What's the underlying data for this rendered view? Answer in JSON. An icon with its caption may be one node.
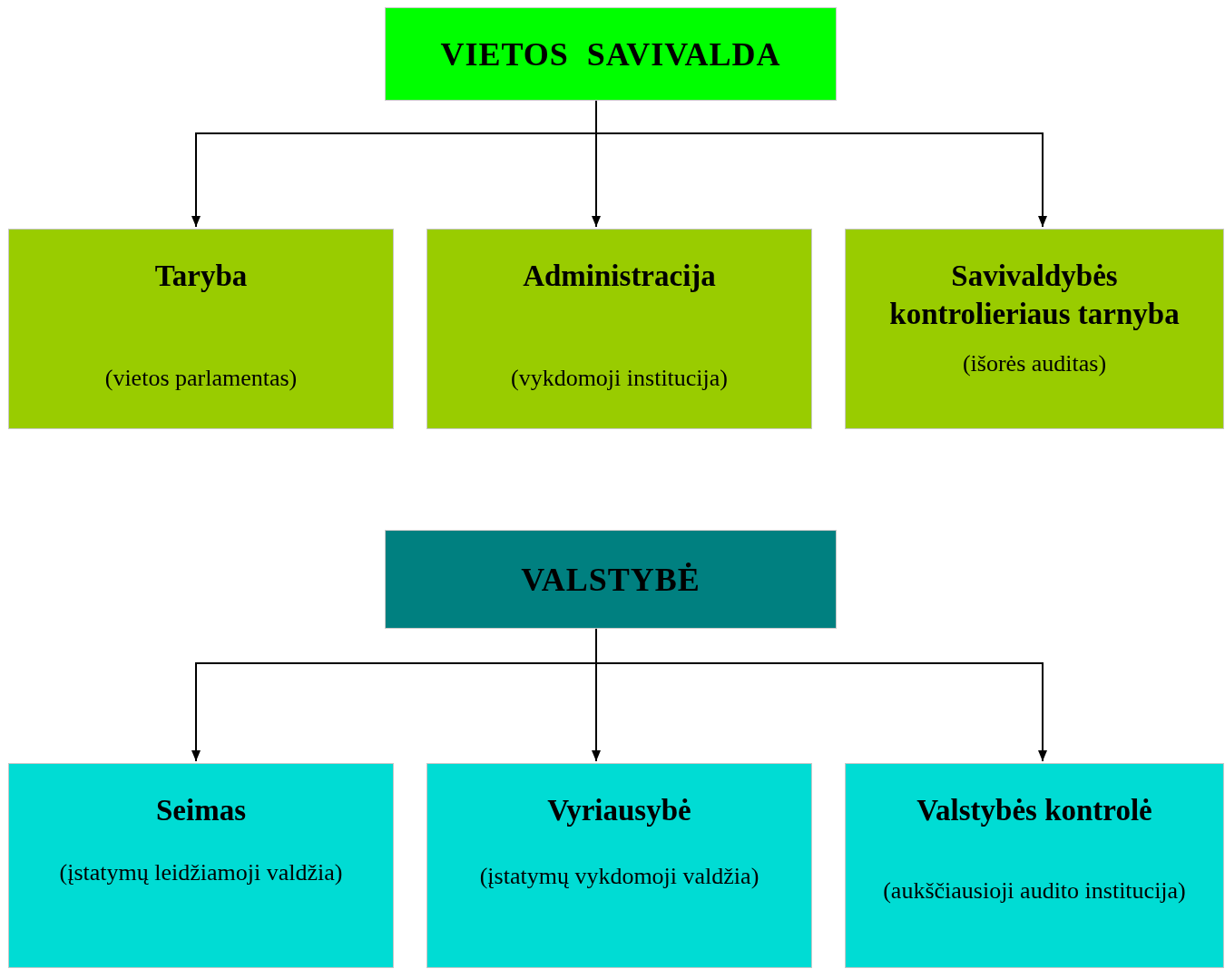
{
  "diagram": {
    "nodes": [
      {
        "text": [
          "VIETOS  SAVIVALDA"
        ]
      },
      {
        "text": [
          "Taryba",
          "(vietos parlamentas)"
        ]
      },
      {
        "text": [
          "Administracija",
          "(vykdomoji institucija)"
        ]
      },
      {
        "text": [
          "Savivaldybės kontrolieriaus tarnyba",
          "(išorės auditas)"
        ]
      },
      {
        "text": [
          "VALSTYBĖ"
        ]
      },
      {
        "text": [
          "Seimas",
          "(įstatymų leidžiamoji valdžia)"
        ]
      },
      {
        "text": [
          "Vyriausybė",
          "(įstatymų vykdomoji valdžia)"
        ]
      },
      {
        "text": [
          "Valstybės kontrolė",
          "(aukščiausioji audito institucija)"
        ]
      }
    ],
    "edges": [
      {
        "from": 0,
        "to": 1,
        "arrow": "to"
      },
      {
        "from": 0,
        "to": 2,
        "arrow": "to"
      },
      {
        "from": 0,
        "to": 3,
        "arrow": "to"
      },
      {
        "from": 4,
        "to": 5,
        "arrow": "to"
      },
      {
        "from": 4,
        "to": 6,
        "arrow": "to"
      },
      {
        "from": 4,
        "to": 7,
        "arrow": "to"
      }
    ]
  }
}
